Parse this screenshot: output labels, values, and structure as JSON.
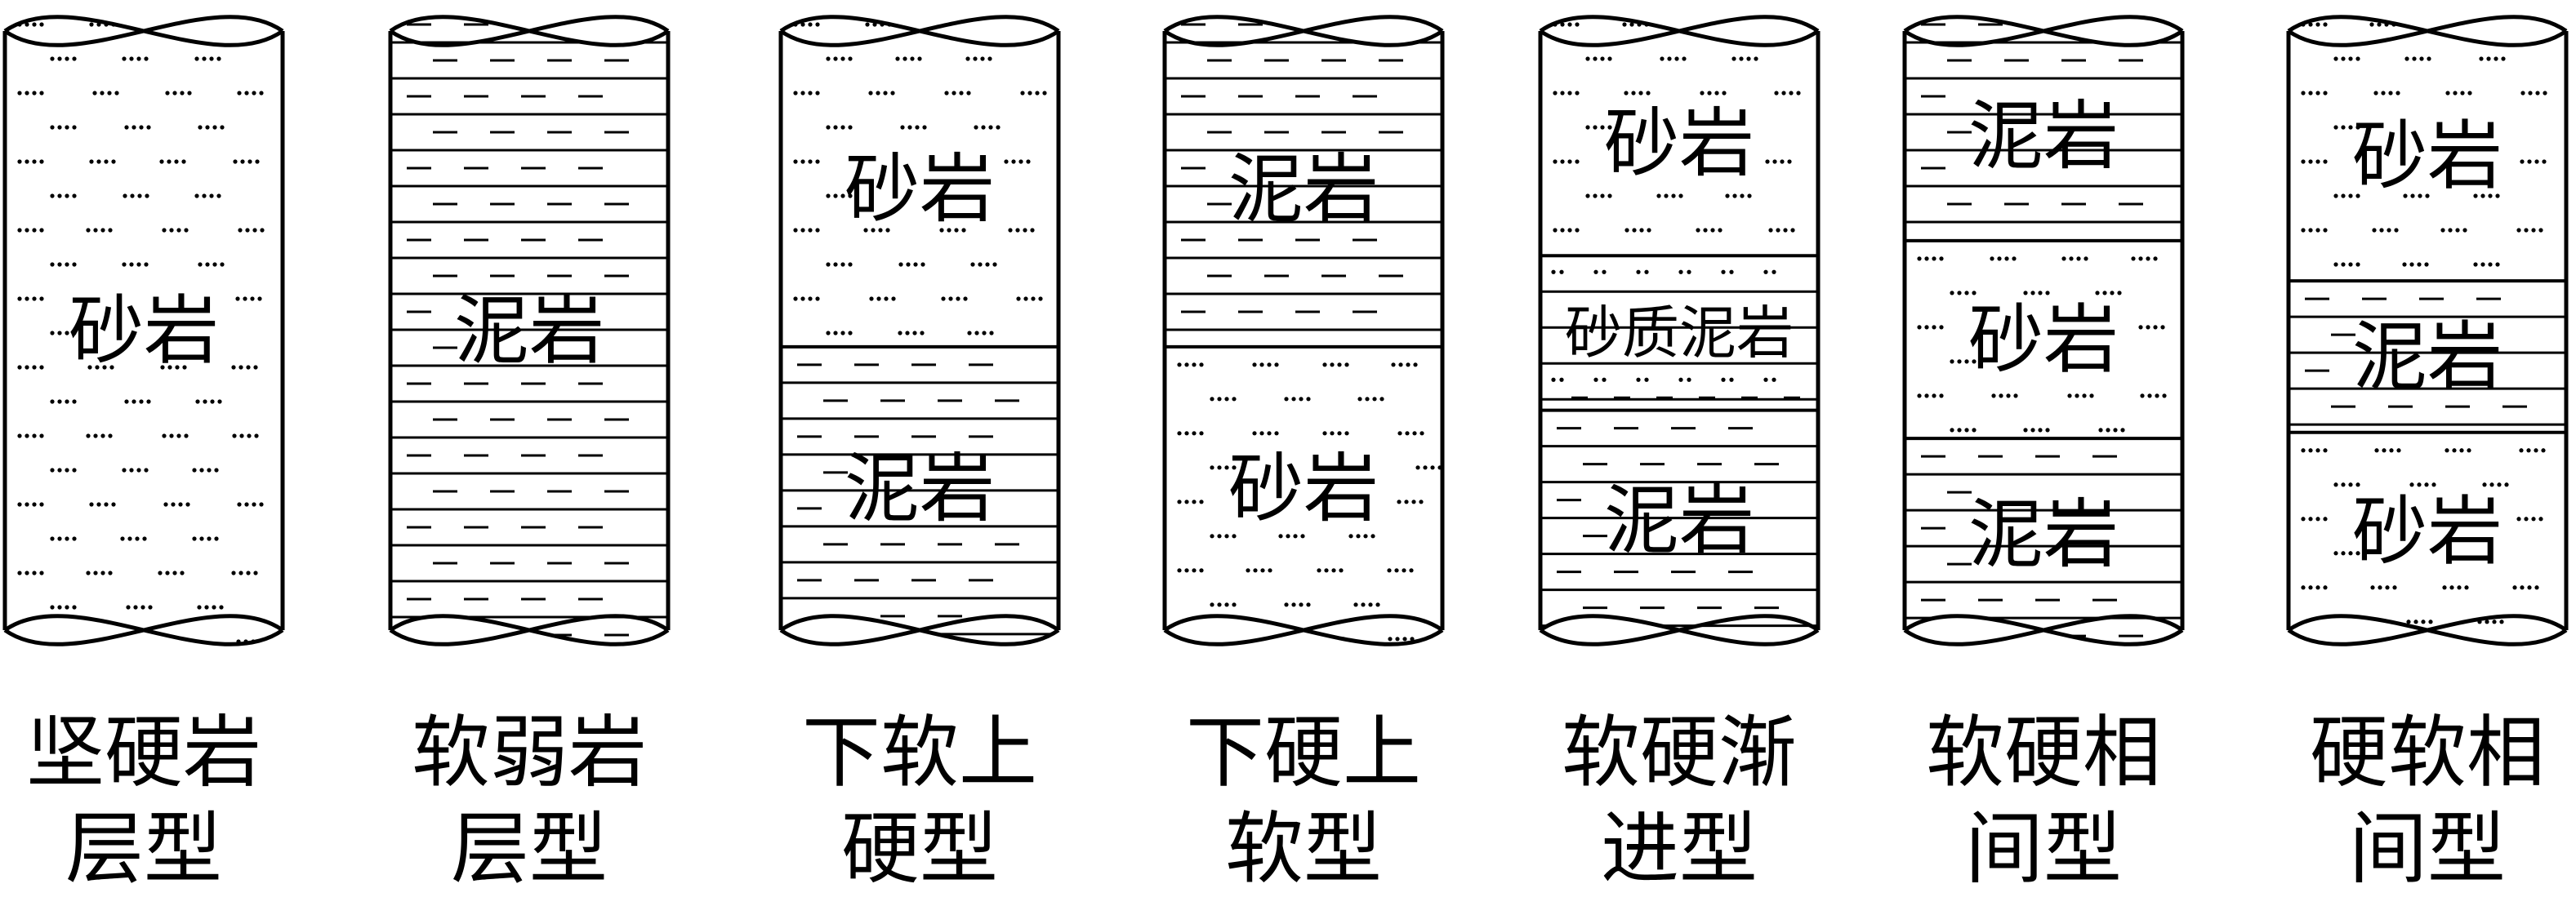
{
  "columns": [
    {
      "id": "c1",
      "caption": [
        "坚硬岩",
        "层型"
      ],
      "layers": [
        {
          "rock": "sandstone",
          "label": "砂岩",
          "top": 0,
          "bottom": 1
        }
      ]
    },
    {
      "id": "c2",
      "caption": [
        "软弱岩",
        "层型"
      ],
      "layers": [
        {
          "rock": "mudstone",
          "label": "泥岩",
          "top": 0,
          "bottom": 1
        }
      ]
    },
    {
      "id": "c3",
      "caption": [
        "下软上",
        "硬型"
      ],
      "layers": [
        {
          "rock": "sandstone",
          "label": "砂岩",
          "top": 0,
          "bottom": 0.527
        },
        {
          "rock": "mudstone",
          "label": "泥岩",
          "top": 0.527,
          "bottom": 1
        }
      ]
    },
    {
      "id": "c4",
      "caption": [
        "下硬上",
        "软型"
      ],
      "layers": [
        {
          "rock": "mudstone",
          "label": "泥岩",
          "top": 0,
          "bottom": 0.527
        },
        {
          "rock": "sandstone",
          "label": "砂岩",
          "top": 0.527,
          "bottom": 1
        }
      ]
    },
    {
      "id": "c5",
      "caption": [
        "软硬渐",
        "进型"
      ],
      "layers": [
        {
          "rock": "sandstone",
          "label": "砂岩",
          "top": 0,
          "bottom": 0.375
        },
        {
          "rock": "sandy-mudstone",
          "label": "砂质泥岩",
          "top": 0.375,
          "bottom": 0.633
        },
        {
          "rock": "mudstone",
          "label": "泥岩",
          "top": 0.633,
          "bottom": 1
        }
      ]
    },
    {
      "id": "c6",
      "caption": [
        "软硬相",
        "间型"
      ],
      "layers": [
        {
          "rock": "mudstone",
          "label": "泥岩",
          "top": 0,
          "bottom": 0.35
        },
        {
          "rock": "sandstone",
          "label": "砂岩",
          "top": 0.35,
          "bottom": 0.68
        },
        {
          "rock": "mudstone",
          "label": "泥岩",
          "top": 0.68,
          "bottom": 1
        }
      ]
    },
    {
      "id": "c7",
      "caption": [
        "硬软相",
        "间型"
      ],
      "layers": [
        {
          "rock": "sandstone",
          "label": "砂岩",
          "top": 0,
          "bottom": 0.417
        },
        {
          "rock": "mudstone",
          "label": "泥岩",
          "top": 0.417,
          "bottom": 0.67
        },
        {
          "rock": "sandstone",
          "label": "砂岩",
          "top": 0.67,
          "bottom": 1
        }
      ]
    }
  ]
}
